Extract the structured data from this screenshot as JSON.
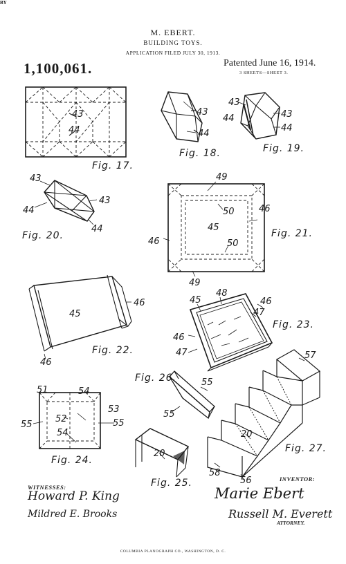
{
  "header": {
    "inventor": "M. EBERT.",
    "title": "BUILDING TOYS.",
    "filed": "APPLICATION FILED JULY 30, 1913.",
    "patent_number": "1,100,061.",
    "patented": "Patented June 16, 1914.",
    "sheets": "3 SHEETS—SHEET 3."
  },
  "figures": {
    "fig17": "Fig. 17.",
    "fig18": "Fig. 18.",
    "fig19": "Fig. 19.",
    "fig20": "Fig. 20.",
    "fig21": "Fig. 21.",
    "fig22": "Fig. 22.",
    "fig23": "Fig. 23.",
    "fig24": "Fig. 24.",
    "fig25": "Fig. 25.",
    "fig26": "Fig. 26.",
    "fig27": "Fig. 27."
  },
  "ref": {
    "r20": "20",
    "r43": "43",
    "r44": "44",
    "r45": "45",
    "r46": "46",
    "r47": "47",
    "r48": "48",
    "r49": "49",
    "r50": "50",
    "r51": "51",
    "r52": "52",
    "r53": "53",
    "r54": "54",
    "r55": "55",
    "r56": "56",
    "r57": "57",
    "r58": "58"
  },
  "signatures": {
    "witnesses_label": "WITNESSES:",
    "inventor_label": "INVENTOR:",
    "witness_1": "Howard P. King",
    "witness_2": "Mildred E. Brooks",
    "inventor_sig": "Marie Ebert",
    "by": "BY",
    "attorney_sig": "Russell M. Everett",
    "attorney_label": "ATTORNEY."
  },
  "footer": "COLUMBIA PLANOGRAPH CO., WASHINGTON, D. C."
}
